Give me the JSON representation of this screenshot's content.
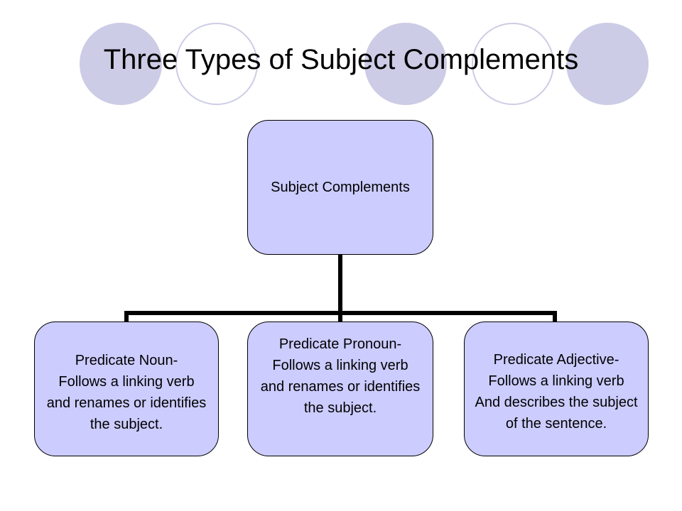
{
  "title": "Three Types of Subject Complements",
  "colors": {
    "decor_circle": "#cccce6",
    "box_fill": "#ccccff",
    "box_border": "#000000",
    "connector": "#000000"
  },
  "diagram": {
    "root": "Subject Complements",
    "children": [
      "Predicate Noun-\nFollows a linking verb\nand renames or identifies\nthe subject.",
      "Predicate Pronoun-\nFollows a linking verb\nand renames or identifies\nthe subject.",
      "Predicate Adjective-\nFollows a linking verb\nAnd describes the subject\nof the sentence."
    ]
  }
}
